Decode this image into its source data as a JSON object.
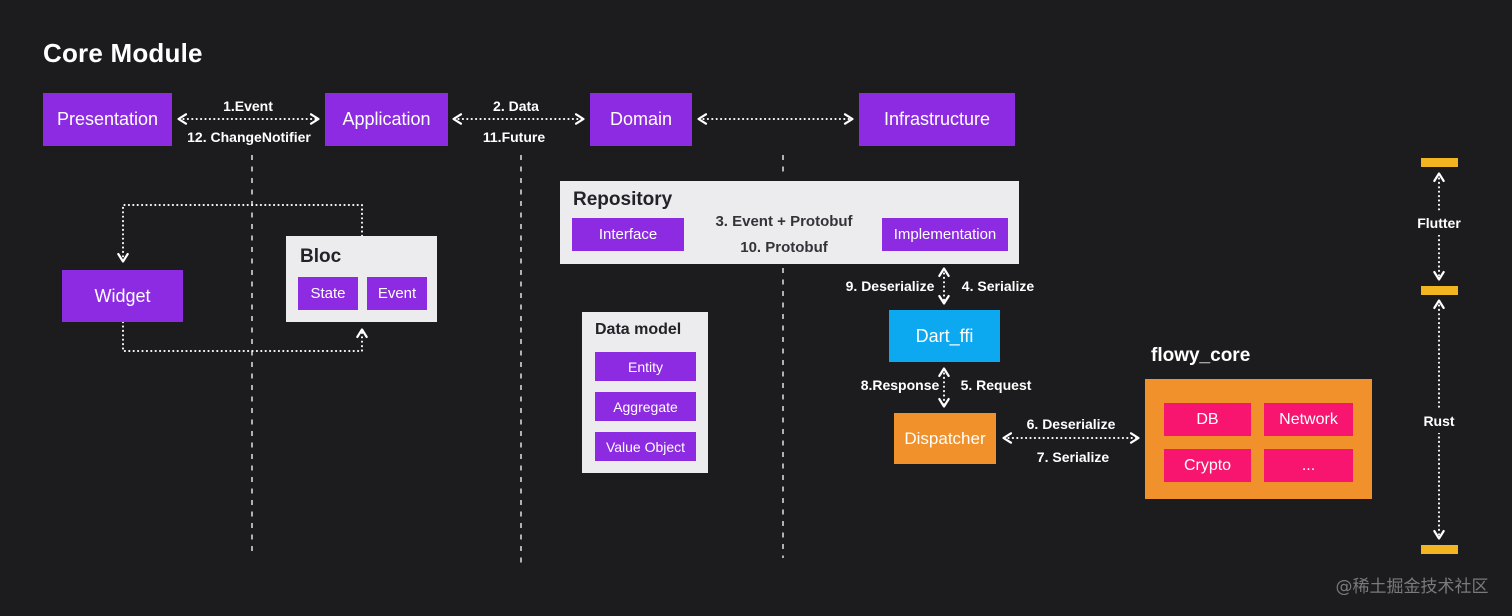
{
  "title": "Core Module",
  "watermark": "@稀土掘金技术社区",
  "colors": {
    "background": "#1C1C1E",
    "purple": "#8D2BE2",
    "cyan": "#0DA9F0",
    "orange": "#F0912B",
    "pink": "#F8156F",
    "yellow": "#F2B51F",
    "panel": "#ECECEE"
  },
  "layers": {
    "presentation": "Presentation",
    "application": "Application",
    "domain": "Domain",
    "infrastructure": "Infrastructure"
  },
  "flow_labels": {
    "event1": "1.Event",
    "change_notifier12": "12. ChangeNotifier",
    "data2": "2. Data",
    "future11": "11.Future",
    "event_protobuf3": "3. Event + Protobuf",
    "protobuf10": "10. Protobuf",
    "deserialize9": "9. Deserialize",
    "serialize4": "4. Serialize",
    "response8": "8.Response",
    "request5": "5. Request",
    "deserialize6": "6. Deserialize",
    "serialize7": "7. Serialize"
  },
  "widget": {
    "label": "Widget"
  },
  "bloc": {
    "title": "Bloc",
    "state": "State",
    "event": "Event"
  },
  "repository": {
    "title": "Repository",
    "interface": "Interface",
    "implementation": "Implementation"
  },
  "data_model": {
    "title": "Data model",
    "items": [
      "Entity",
      "Aggregate",
      "Value Object"
    ]
  },
  "dart_ffi": {
    "label": "Dart_ffi"
  },
  "dispatcher": {
    "label": "Dispatcher"
  },
  "flowy_core": {
    "title": "flowy_core",
    "items": [
      "DB",
      "Network",
      "Crypto",
      "..."
    ]
  },
  "platforms": {
    "flutter": "Flutter",
    "rust": "Rust"
  }
}
